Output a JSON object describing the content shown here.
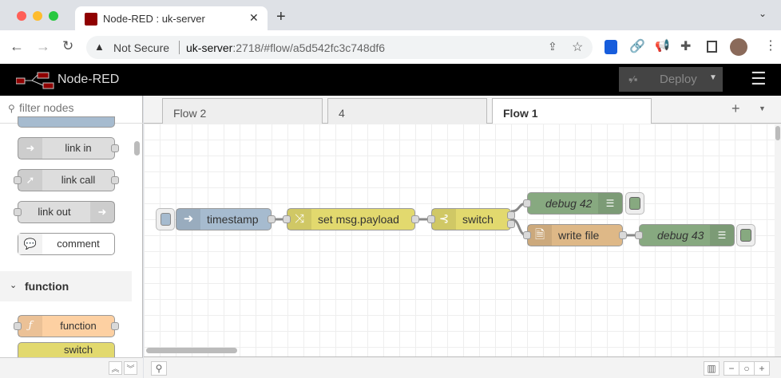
{
  "browser": {
    "tab_title": "Node-RED : uk-server",
    "security": "Not Secure",
    "url_host": "uk-server",
    "url_rest": ":2718/#flow/a5d542fc3c748df6"
  },
  "app": {
    "title": "Node-RED",
    "deploy_label": "Deploy"
  },
  "palette": {
    "filter_placeholder": "filter nodes",
    "category": "function",
    "nodes": [
      {
        "label": "link in",
        "color": "#dddddd"
      },
      {
        "label": "link call",
        "color": "#dddddd"
      },
      {
        "label": "link out",
        "color": "#dddddd"
      },
      {
        "label": "comment",
        "color": "#ffffff"
      },
      {
        "label": "function",
        "color": "#fdd0a2"
      },
      {
        "label": "switch",
        "color": "#e2d96e"
      }
    ]
  },
  "flow_tabs": [
    {
      "label": "Flow 2"
    },
    {
      "label": "4"
    },
    {
      "label": "Flow 1",
      "active": true
    }
  ],
  "flow": {
    "nodes": [
      {
        "label": "timestamp",
        "color": "#a6bbcf"
      },
      {
        "label": "set msg.payload",
        "color": "#e2d96e"
      },
      {
        "label": "switch",
        "color": "#e2d96e"
      },
      {
        "label": "debug 42",
        "color": "#87a980"
      },
      {
        "label": "write file",
        "color": "#deb887"
      },
      {
        "label": "debug 43",
        "color": "#87a980"
      }
    ]
  }
}
